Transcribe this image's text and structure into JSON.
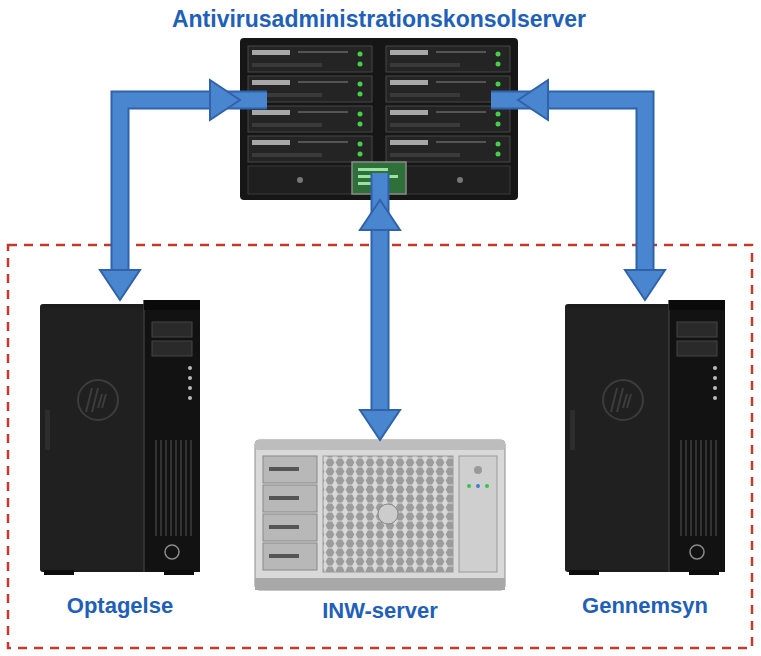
{
  "diagram": {
    "nodes": [
      {
        "text": [
          "Antivirusadministrationskonsolserver"
        ]
      },
      {
        "text": [
          "Optagelse"
        ]
      },
      {
        "text": [
          "INW-server"
        ]
      },
      {
        "text": [
          "Gennemsyn"
        ]
      }
    ],
    "edges": [
      {
        "from": 0,
        "to": 1,
        "arrow": "both"
      },
      {
        "from": 0,
        "to": 2,
        "arrow": "both"
      },
      {
        "from": 0,
        "to": 3,
        "arrow": "both"
      }
    ]
  }
}
